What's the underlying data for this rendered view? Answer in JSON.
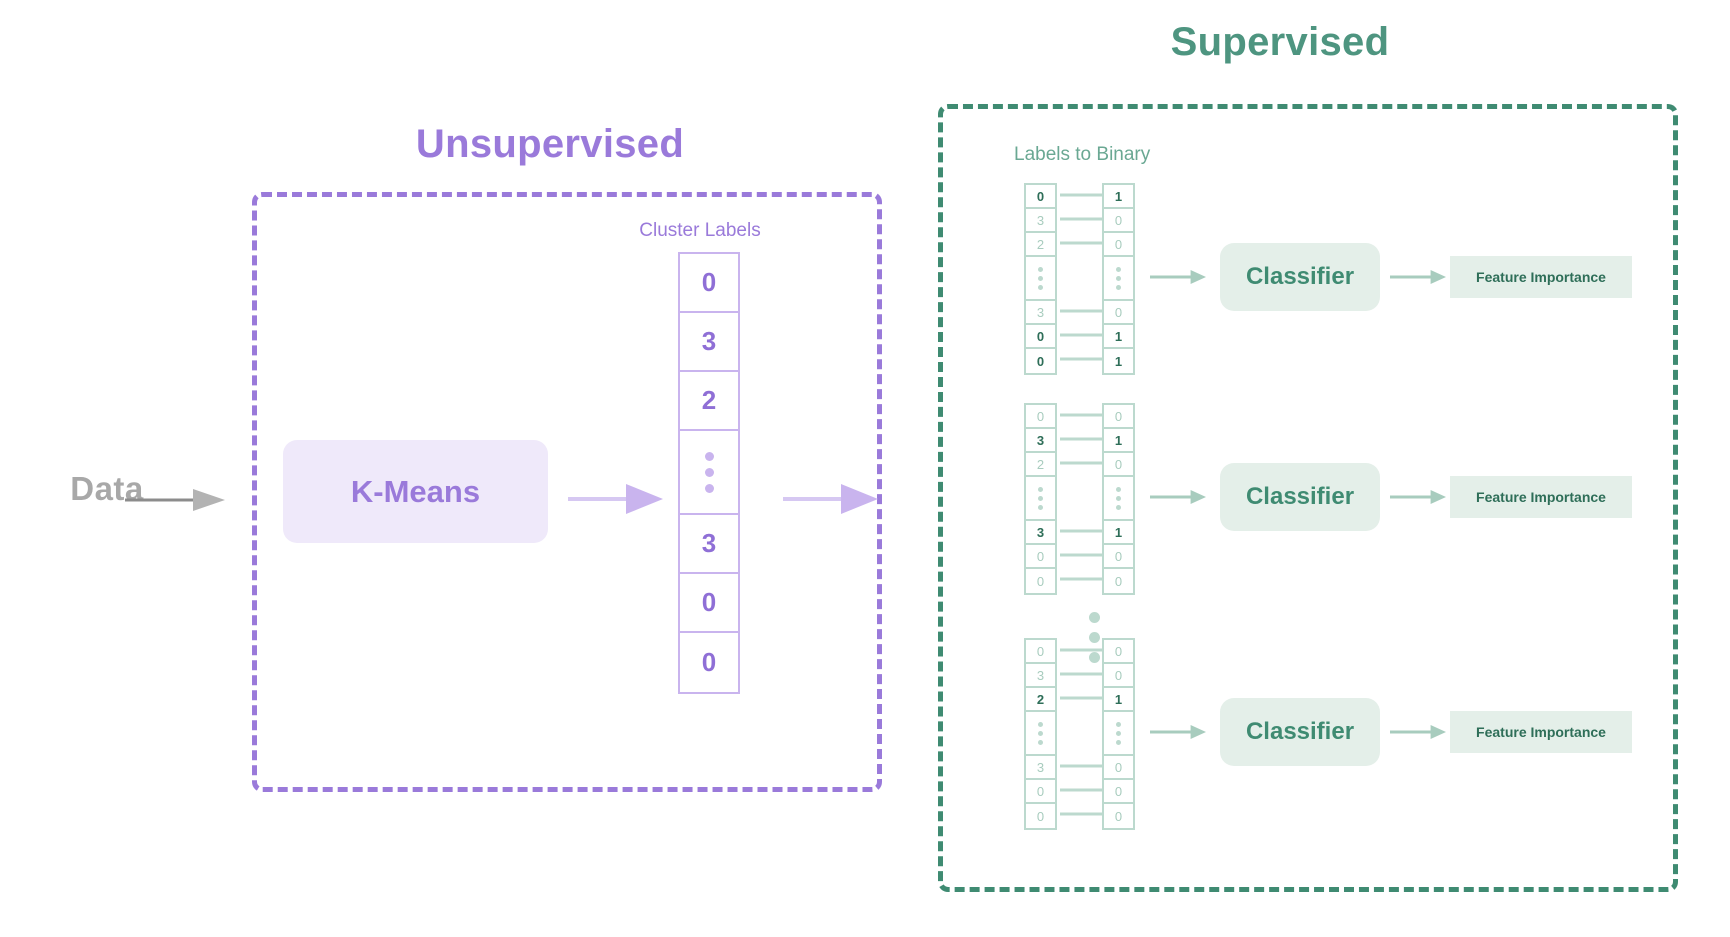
{
  "diagram": {
    "title_unsupervised": "Unsupervised",
    "title_supervised": "Supervised",
    "input_label": "Data",
    "kmeans_label": "K-Means",
    "cluster_labels_title": "Cluster Labels",
    "labels_to_binary_title": "Labels to Binary",
    "classifier_label": "Classifier",
    "feature_importance_label": "Feature Importance",
    "ellipsis_glyph": "⋮"
  },
  "colors": {
    "purple_accent": "#9a7ada",
    "purple_border": "#c9b4ee",
    "purple_fill": "#efe9fa",
    "green_accent": "#3f8b72",
    "green_title": "#4e9580",
    "green_border": "#bcd9ce",
    "green_fill": "#e4efe9",
    "green_muted": "#a8ccbe",
    "green_bold": "#2e6e58",
    "gray_data": "#a8a8a8",
    "arrow_gray": "#a8a8a8"
  },
  "chart_data": {
    "type": "diagram",
    "title": "Unsupervised K-Means clustering feeding per-class Supervised one-vs-rest classifiers",
    "cluster_labels": [
      "0",
      "3",
      "2",
      "⋮",
      "3",
      "0",
      "0"
    ],
    "binary_groups": [
      {
        "target_class": "0",
        "source": [
          "0",
          "3",
          "2",
          "⋮",
          "3",
          "0",
          "0"
        ],
        "binary": [
          "1",
          "0",
          "0",
          "⋮",
          "0",
          "1",
          "1"
        ],
        "highlight": [
          true,
          false,
          false,
          false,
          false,
          true,
          true
        ],
        "classifier": "Classifier",
        "output": "Feature Importance"
      },
      {
        "target_class": "3",
        "source": [
          "0",
          "3",
          "2",
          "⋮",
          "3",
          "0",
          "0"
        ],
        "binary": [
          "0",
          "1",
          "0",
          "⋮",
          "1",
          "0",
          "0"
        ],
        "highlight": [
          false,
          true,
          false,
          false,
          true,
          false,
          false
        ],
        "classifier": "Classifier",
        "output": "Feature Importance"
      },
      {
        "target_class": "2",
        "source": [
          "0",
          "3",
          "2",
          "⋮",
          "3",
          "0",
          "0"
        ],
        "binary": [
          "0",
          "0",
          "1",
          "⋮",
          "0",
          "0",
          "0"
        ],
        "highlight": [
          false,
          false,
          true,
          false,
          false,
          false,
          false
        ],
        "classifier": "Classifier",
        "output": "Feature Importance"
      }
    ]
  }
}
